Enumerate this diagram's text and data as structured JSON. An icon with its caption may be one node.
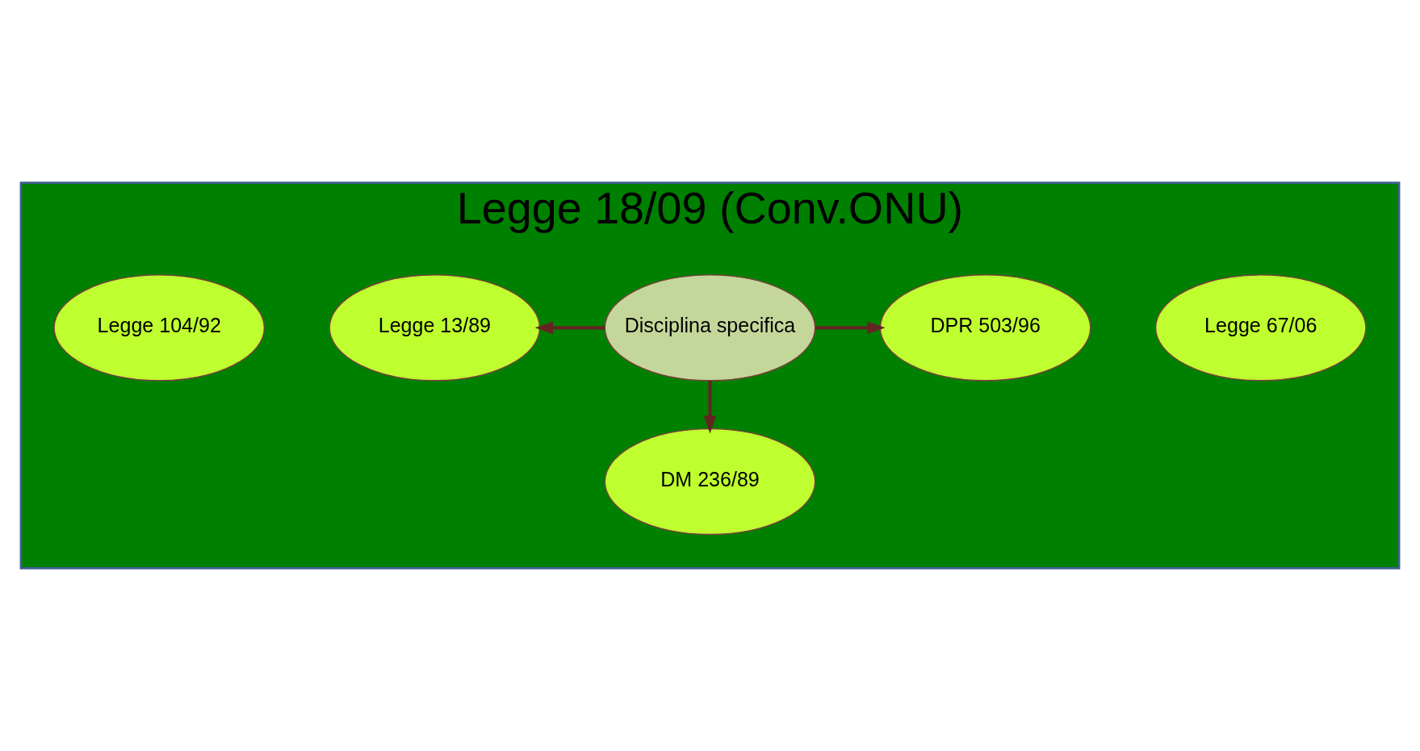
{
  "diagram": {
    "nodes": [
      {
        "text": [
          "Legge 18/09 (Conv.ONU)"
        ]
      },
      {
        "text": [
          "Legge 67/06"
        ],
        "in": 0
      },
      {
        "text": [
          "Legge 104/92"
        ],
        "in": 0
      },
      {
        "text": [
          "Legge 13/89"
        ],
        "in": 0
      },
      {
        "text": [
          "Disciplina specifica"
        ],
        "in": 0
      },
      {
        "text": [
          "DPR 503/96"
        ],
        "in": 0
      },
      {
        "text": [
          "DM 236/89"
        ],
        "in": 0
      }
    ],
    "edges": [
      {
        "from": 4,
        "to": 3,
        "arrow": "to"
      },
      {
        "from": 4,
        "to": 5,
        "arrow": "to"
      },
      {
        "from": 4,
        "to": 6,
        "arrow": "to"
      }
    ]
  }
}
